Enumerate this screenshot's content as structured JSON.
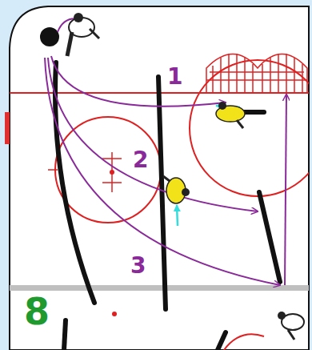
{
  "diagram": {
    "labels": [
      "1",
      "2",
      "3",
      "8"
    ]
  }
}
